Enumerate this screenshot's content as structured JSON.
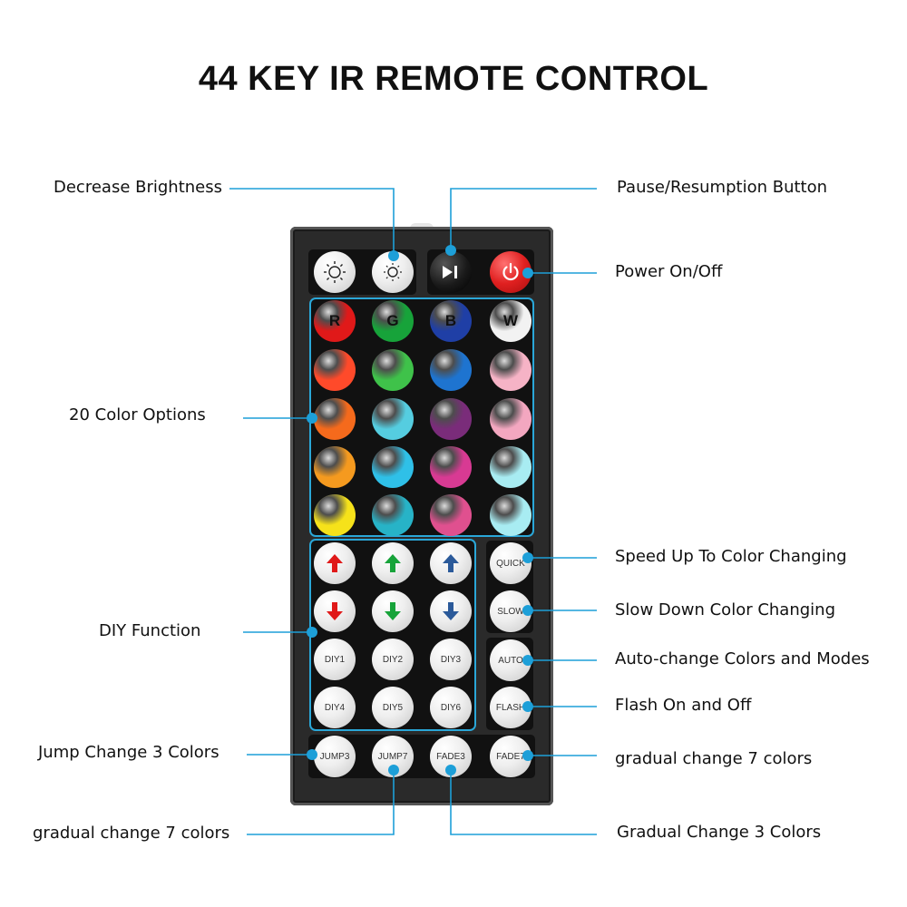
{
  "title": "44 KEY IR REMOTE CONTROL",
  "annotations": {
    "decrease_brightness": "Decrease Brightness",
    "pause_resumption": "Pause/Resumption Button",
    "power": "Power On/Off",
    "color_options": "20 Color Options",
    "speed_up": "Speed Up To Color Changing",
    "slow_down": "Slow Down Color Changing",
    "diy_function": "DIY Function",
    "auto_change": "Auto-change Colors and Modes",
    "flash": "Flash On and Off",
    "jump3": "Jump Change 3 Colors",
    "fade7_right": "gradual change 7 colors",
    "jump7_bottom": "gradual change 7 colors",
    "fade3_bottom": "Gradual Change 3 Colors"
  },
  "remote": {
    "top_row": [
      {
        "name": "brightness-up-icon"
      },
      {
        "name": "brightness-down-icon"
      },
      {
        "name": "play-pause-icon",
        "color": "#111111"
      },
      {
        "name": "power-icon",
        "color": "#e02020"
      }
    ],
    "rgbw": [
      {
        "label": "R",
        "color": "#e01919"
      },
      {
        "label": "G",
        "color": "#17a33a"
      },
      {
        "label": "B",
        "color": "#1f3fa6"
      },
      {
        "label": "W",
        "color": "#f2f2f2"
      }
    ],
    "color_grid": [
      [
        "#ff4a2a",
        "#3fc24a",
        "#1e74d0",
        "#f6b3c6"
      ],
      [
        "#f56a1c",
        "#55cde0",
        "#7a2c7a",
        "#f3a7c0"
      ],
      [
        "#f59a1f",
        "#2fc0e8",
        "#d83a93",
        "#a8ecf2"
      ],
      [
        "#f6e21a",
        "#27b3c7",
        "#e0508f",
        "#a8ecf2"
      ]
    ],
    "diy": {
      "arrows": [
        {
          "name": "red-up-icon",
          "color": "#e01919",
          "dir": "up"
        },
        {
          "name": "green-up-icon",
          "color": "#17a33a",
          "dir": "up"
        },
        {
          "name": "blue-up-icon",
          "color": "#2b5a9a",
          "dir": "up"
        },
        {
          "name": "red-down-icon",
          "color": "#e01919",
          "dir": "down"
        },
        {
          "name": "green-down-icon",
          "color": "#17a33a",
          "dir": "down"
        },
        {
          "name": "blue-down-icon",
          "color": "#2b5a9a",
          "dir": "down"
        }
      ],
      "buttons": [
        "DIY1",
        "DIY2",
        "DIY3",
        "DIY4",
        "DIY5",
        "DIY6"
      ]
    },
    "speed": [
      "QUICK",
      "SLOW"
    ],
    "mode": [
      "AUTO",
      "FLASH"
    ],
    "bottom_row": [
      "JUMP3",
      "JUMP7",
      "FADE3",
      "FADE7"
    ]
  },
  "colors": {
    "leader_line": "#1d9fd8",
    "panel_outline": "#2aa7d8",
    "remote_body": "#2a2a2a"
  }
}
